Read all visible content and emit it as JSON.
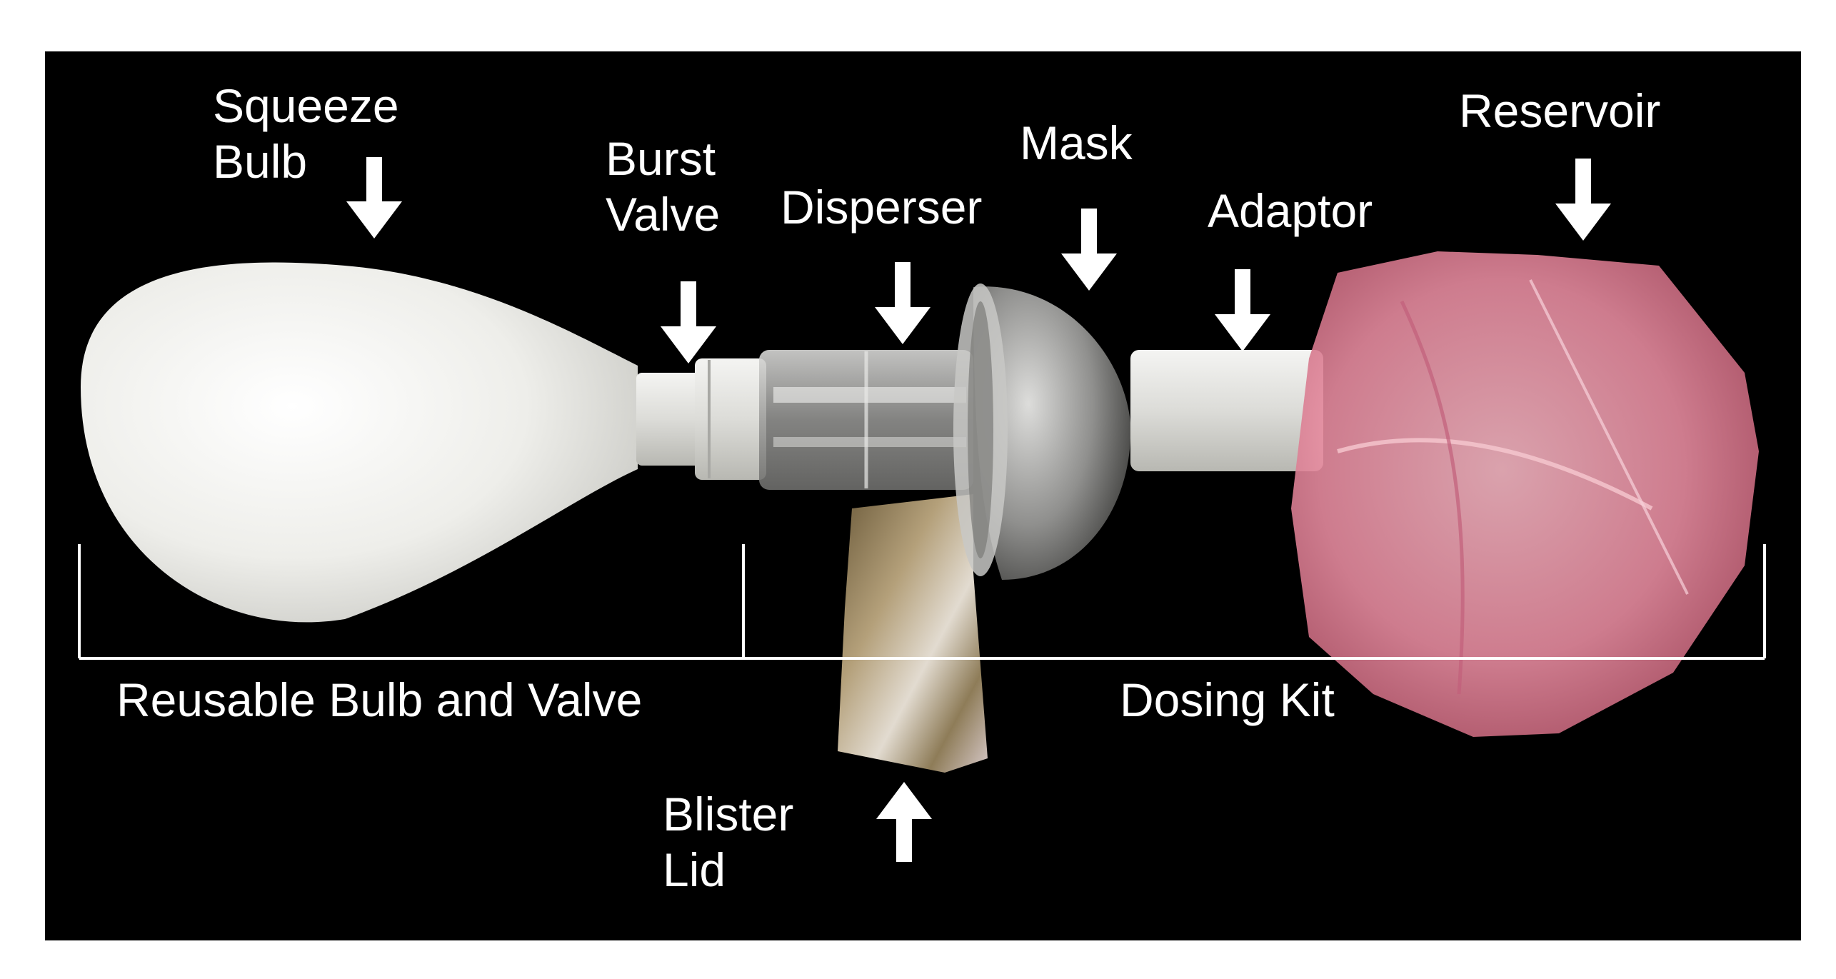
{
  "colors": {
    "background": "#000000",
    "text": "#ffffff",
    "bulb": "#eeeeea",
    "reservoir": "#e58a9e",
    "foil": "#a08a64"
  },
  "labels": {
    "squeeze_bulb": [
      "Squeeze",
      "Bulb"
    ],
    "burst_valve": [
      "Burst",
      "Valve"
    ],
    "disperser": "Disperser",
    "mask": "Mask",
    "adaptor": "Adaptor",
    "reservoir": "Reservoir",
    "blister_lid": [
      "Blister",
      "Lid"
    ]
  },
  "brackets": {
    "reusable": "Reusable Bulb and Valve",
    "dosing_kit": "Dosing Kit"
  },
  "icons": {
    "down_arrow": "down-arrow-icon",
    "up_arrow": "up-arrow-icon"
  }
}
